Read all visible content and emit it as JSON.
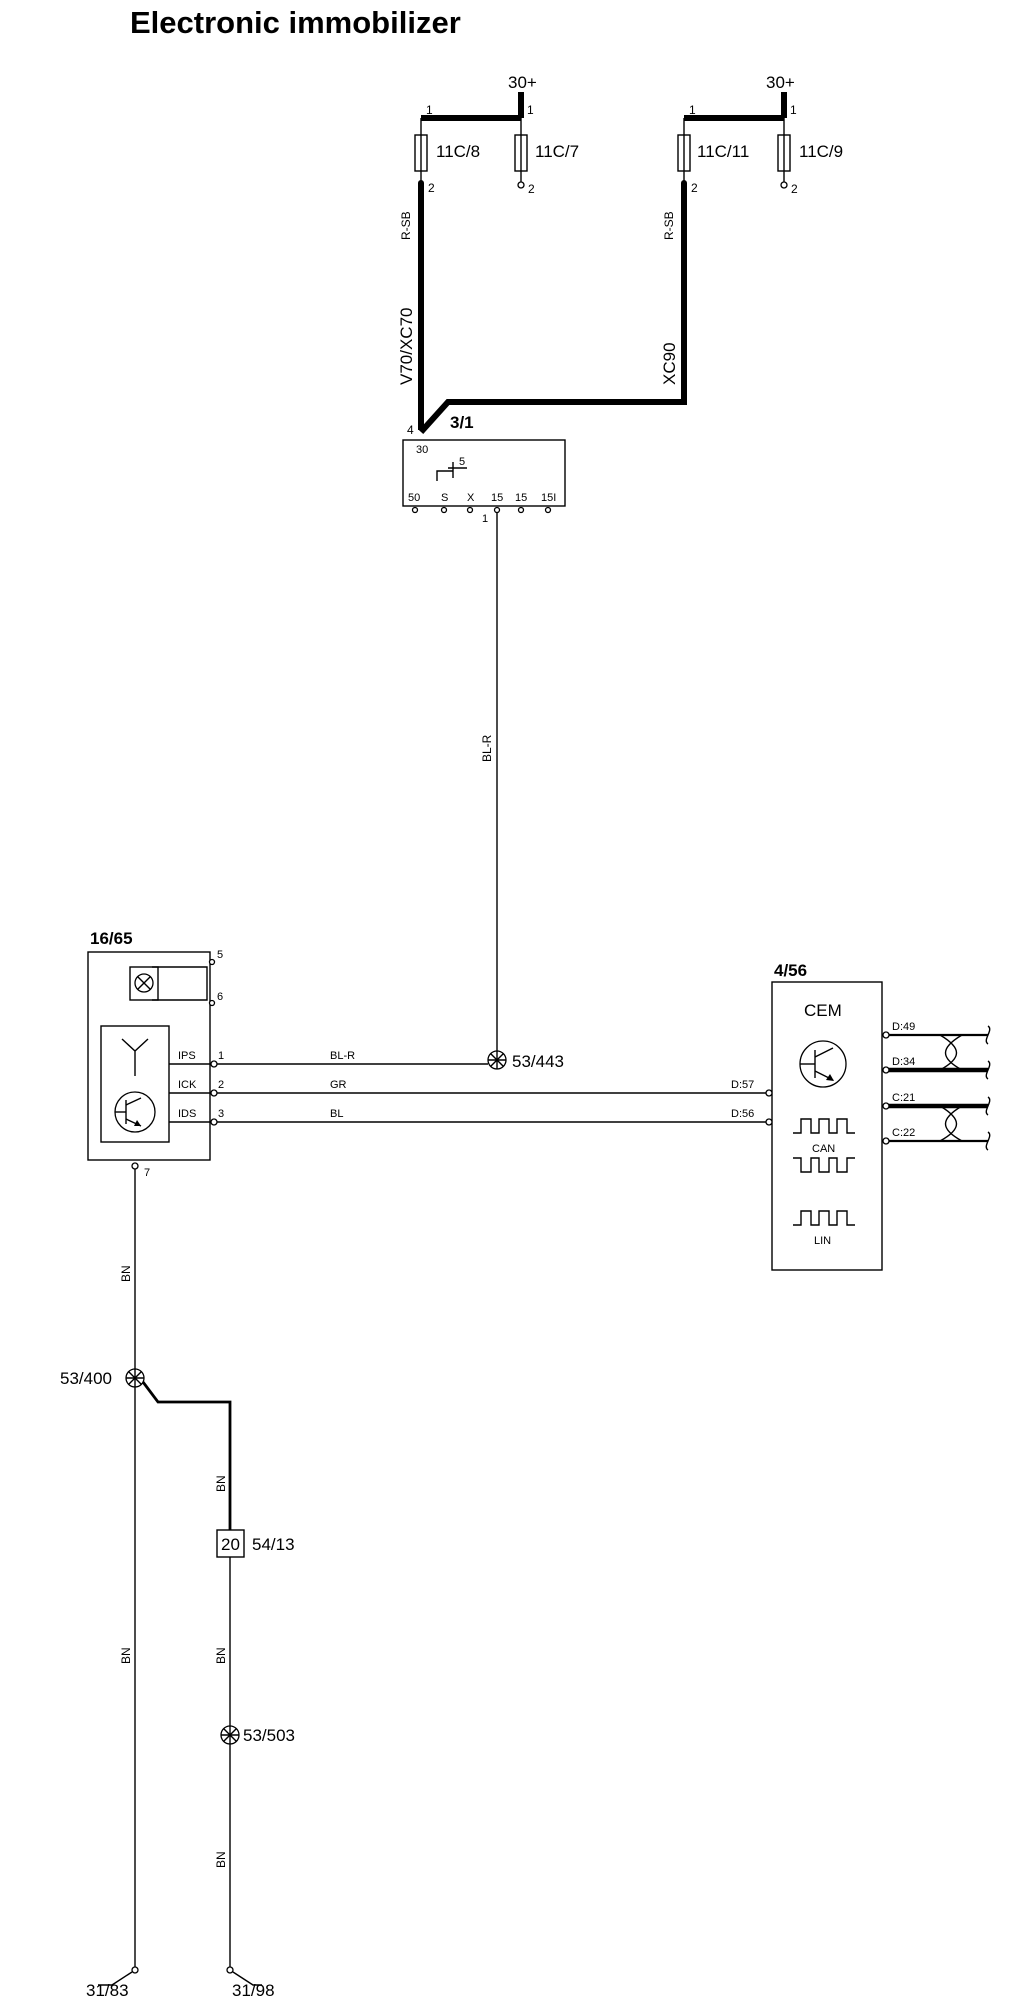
{
  "title": "Electronic immobilizer",
  "supply": {
    "left_label": "30+",
    "right_label": "30+",
    "fuses": [
      {
        "id": "11C/8",
        "pin_top": "1",
        "pin_bottom": "2"
      },
      {
        "id": "11C/7",
        "pin_top": "1",
        "pin_bottom": "2"
      },
      {
        "id": "11C/11",
        "pin_top": "1",
        "pin_bottom": "2"
      },
      {
        "id": "11C/9",
        "pin_top": "1",
        "pin_bottom": "2"
      }
    ],
    "wire_color_left": "R-SB",
    "wire_color_right": "R-SB",
    "variant_left": "V70/XC70",
    "variant_right": "XC90"
  },
  "ignition_switch": {
    "id": "3/1",
    "input_pin": "4",
    "input_terminal": "30",
    "inner_label": "5",
    "terminals": [
      "50",
      "S",
      "X",
      "15",
      "15",
      "15I"
    ],
    "output_pin": "1"
  },
  "wire_bl_r": "BL-R",
  "immobilizer": {
    "id": "16/65",
    "pins": [
      "5",
      "6",
      "1",
      "2",
      "3",
      "7"
    ],
    "signals": [
      "IPS",
      "ICK",
      "IDS"
    ],
    "wire_colors": [
      "BL-R",
      "GR",
      "BL"
    ]
  },
  "splices": {
    "s443": "53/443",
    "s400": "53/400",
    "s503": "53/503"
  },
  "cem": {
    "id": "4/56",
    "name": "CEM",
    "inputs": [
      "D:57",
      "D:56"
    ],
    "bus_pins": [
      "D:49",
      "D:34",
      "C:21",
      "C:22"
    ],
    "can_label": "CAN",
    "lin_label": "LIN"
  },
  "ground": {
    "wire": "BN",
    "connector_label": "20",
    "connector_id": "54/13",
    "points": [
      "31/83",
      "31/98"
    ]
  }
}
